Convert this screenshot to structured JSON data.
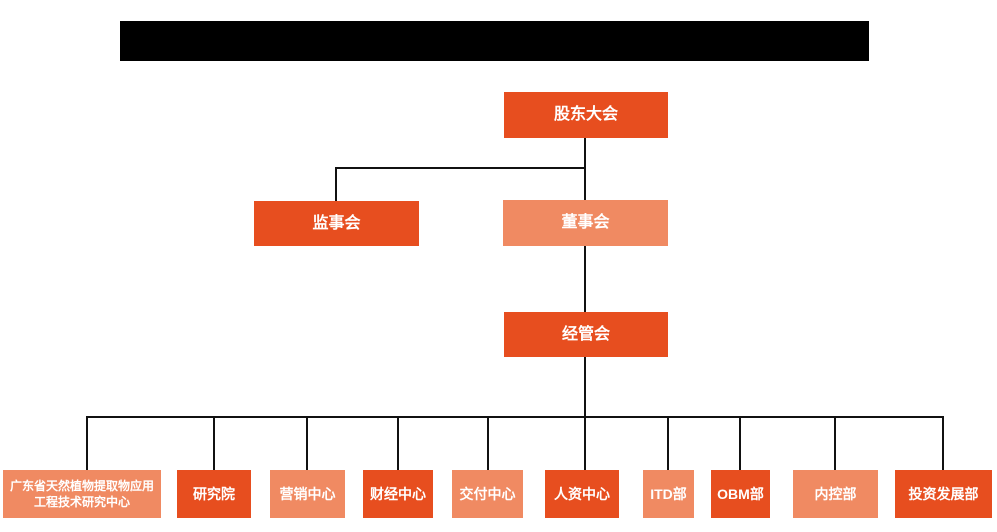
{
  "colors": {
    "primary": "#E74E1F",
    "secondary": "#F08A62",
    "line": "#111111",
    "text": "#FFFFFF",
    "redaction": "#000000",
    "background": "#FFFFFF"
  },
  "org_chart": {
    "type": "organization-hierarchy",
    "title_bar": {
      "redacted": true,
      "visible_text": ""
    },
    "root": {
      "label": "股东大会"
    },
    "supervisory": {
      "label": "监事会"
    },
    "board": {
      "label": "董事会"
    },
    "management": {
      "label": "经管会"
    },
    "departments": [
      {
        "label": "广东省天然植物提取物应用工程技术研究中心",
        "style": "secondary"
      },
      {
        "label": "研究院",
        "style": "primary"
      },
      {
        "label": "营销中心",
        "style": "secondary"
      },
      {
        "label": "财经中心",
        "style": "primary"
      },
      {
        "label": "交付中心",
        "style": "secondary"
      },
      {
        "label": "人资中心",
        "style": "primary"
      },
      {
        "label": "ITD部",
        "style": "secondary"
      },
      {
        "label": "OBM部",
        "style": "primary"
      },
      {
        "label": "内控部",
        "style": "secondary"
      },
      {
        "label": "投资发展部",
        "style": "primary"
      }
    ],
    "hierarchy": [
      {
        "parent": "股东大会",
        "children": [
          "监事会",
          "董事会"
        ]
      },
      {
        "parent": "董事会",
        "children": [
          "经管会"
        ]
      },
      {
        "parent": "经管会",
        "children": [
          "广东省天然植物提取物应用工程技术研究中心",
          "研究院",
          "营销中心",
          "财经中心",
          "交付中心",
          "人资中心",
          "ITD部",
          "OBM部",
          "内控部",
          "投资发展部"
        ]
      }
    ]
  }
}
